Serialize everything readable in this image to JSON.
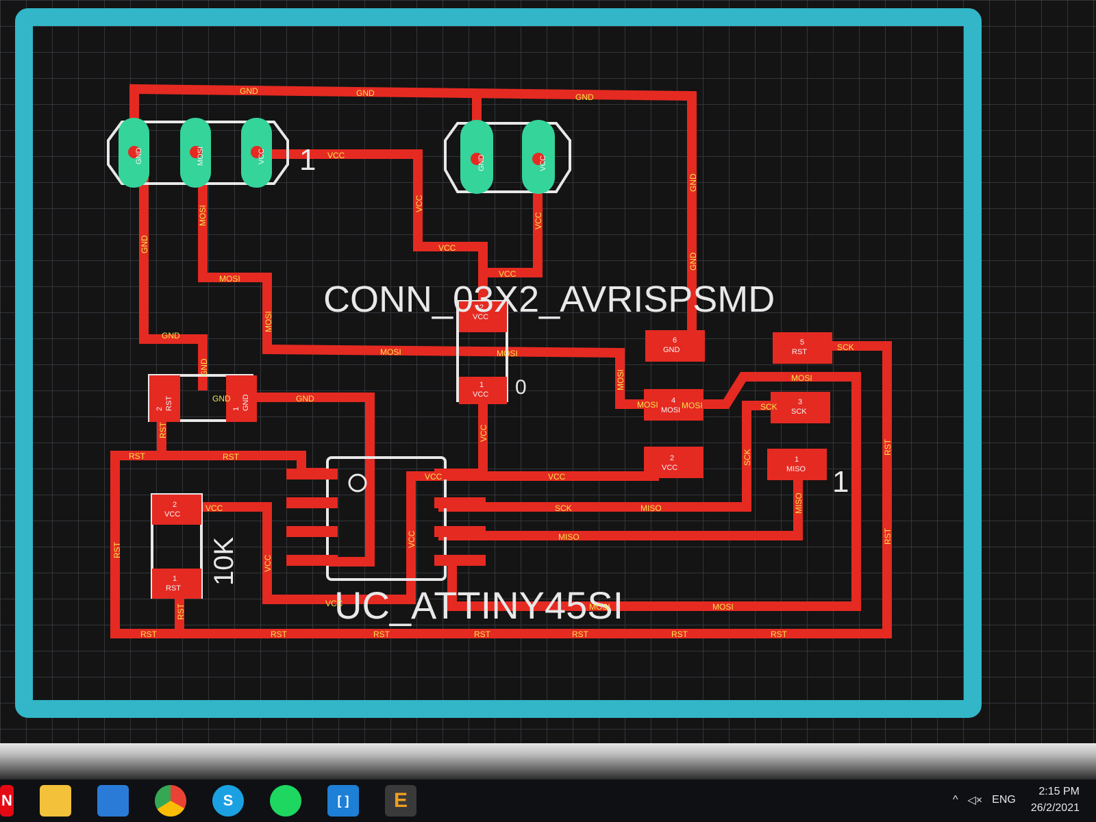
{
  "board": {
    "colors": {
      "background": "#141414",
      "grid": "#3c4048",
      "outline": "#33b6c8",
      "trace": "#e52a22",
      "silkscreen": "#e8e8e8",
      "via": "#34d49a",
      "netlabel": "#f2e64a"
    },
    "parts": {
      "conn_name": "CONN_03X2_AVRISPSMD",
      "mcu_name": "UC_ATTINY45SI",
      "resistor_value": "10K",
      "pin1_marker": "1",
      "pin1_marker_right": "1",
      "cap_marker": "0"
    },
    "pads": {
      "conn6": {
        "num": "6",
        "net": "GND"
      },
      "conn5": {
        "num": "5",
        "net": "RST"
      },
      "conn4": {
        "num": "4",
        "net": "MOSI"
      },
      "conn3": {
        "num": "3",
        "net": "SCK"
      },
      "conn2": {
        "num": "2",
        "net": "VCC"
      },
      "conn1": {
        "num": "1",
        "net": "MISO"
      },
      "cap2": {
        "num": "2",
        "net": "VCC"
      },
      "cap1": {
        "num": "1",
        "net": "VCC"
      },
      "sw2": {
        "num": "2",
        "net": "RST"
      },
      "sw1": {
        "num": "1",
        "net": "GND"
      },
      "res2": {
        "num": "2",
        "net": "VCC"
      },
      "res1": {
        "num": "1",
        "net": "RST"
      }
    },
    "headers": {
      "left": [
        "GND",
        "MOSI",
        "VCC"
      ],
      "right": [
        "GND",
        "VCC"
      ]
    },
    "net_labels": [
      "GND",
      "GND",
      "GND",
      "GND",
      "GND",
      "GND",
      "GND",
      "GND",
      "GND",
      "GND",
      "VCC",
      "VCC",
      "VCC",
      "VCC",
      "VCC",
      "VCC",
      "VCC",
      "VCC",
      "VCC",
      "VCC",
      "VCC",
      "VCC",
      "MOSI",
      "MOSI",
      "MOSI",
      "MOSI",
      "MOSI",
      "MOSI",
      "MOSI",
      "MOSI",
      "MOSI",
      "MOSI",
      "MOSI",
      "RST",
      "RST",
      "RST",
      "RST",
      "RST",
      "RST",
      "RST",
      "RST",
      "RST",
      "RST",
      "RST",
      "RST",
      "RST",
      "RST",
      "SCK",
      "SCK",
      "SCK",
      "SCK",
      "MISO",
      "MISO",
      "MISO"
    ]
  },
  "taskbar": {
    "apps": [
      {
        "name": "netflix-icon",
        "glyph": "N",
        "color": "#e50914"
      },
      {
        "name": "file-explorer-icon",
        "glyph": "",
        "color": "#f3c13a"
      },
      {
        "name": "mail-icon",
        "glyph": "",
        "color": "#2a7bd8"
      },
      {
        "name": "chrome-icon",
        "glyph": "",
        "color": "#34a853"
      },
      {
        "name": "skype-icon",
        "glyph": "S",
        "color": "#1ba1e2"
      },
      {
        "name": "spotify-icon",
        "glyph": "",
        "color": "#1ed760"
      },
      {
        "name": "bracket-app-icon",
        "glyph": "[ ]",
        "color": "#1e7fd6"
      },
      {
        "name": "eagle-icon",
        "glyph": "E",
        "color": "#f0a020"
      }
    ],
    "tray": {
      "chevron": "^",
      "volume": "◁×",
      "language": "ENG",
      "time": "2:15 PM",
      "date": "26/2/2021"
    }
  }
}
